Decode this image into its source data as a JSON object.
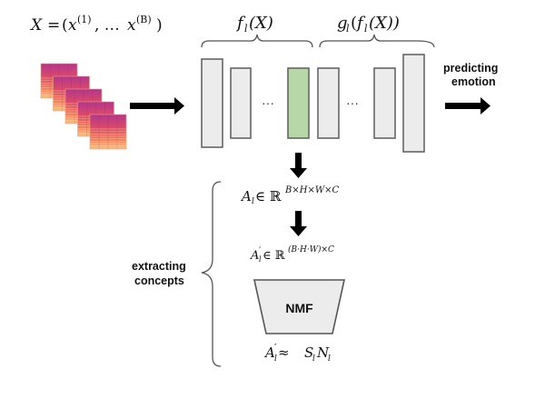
{
  "input": {
    "formula": "X = (x(1), … x(B))",
    "formula_parts": {
      "lhs": "X",
      "eq": "=",
      "open": "(",
      "x1": "x",
      "sup1": "(1)",
      "sep": ", …",
      "xb": "x",
      "supb": "(B)",
      "close": ")"
    },
    "spectrogram_count": 5
  },
  "network": {
    "encoder_label": "f_l(X)",
    "encoder_parts": {
      "f": "f",
      "sub": "l",
      "arg": "(X)"
    },
    "head_label": "g_l(f_l(X))",
    "head_parts": {
      "g": "g",
      "sub": "l",
      "open": "(",
      "f": "f",
      "sub2": "l",
      "arg": "(X))"
    },
    "ellipsis_left": "···",
    "ellipsis_right": "···",
    "highlight_color": "#b7d7a8",
    "layer_color": "#ececec"
  },
  "output": {
    "label_line1": "predicting",
    "label_line2": "emotion"
  },
  "concepts": {
    "side_label_line1": "extracting",
    "side_label_line2": "concepts",
    "activation": {
      "A": "A",
      "sub": "l",
      "in": " ∈ ℝ",
      "sup": "B×H×W×C"
    },
    "reshaped": {
      "A": "A",
      "prime": "′",
      "sub": "l",
      "in": " ∈ ℝ",
      "sup": "(B·H·W)×C"
    },
    "nmf_label": "NMF",
    "factorization": {
      "A": "A",
      "prime": "′",
      "sub": "l",
      "approx": " ≈ ",
      "S": "S",
      "subS": "l",
      "N": "N",
      "subN": "l"
    }
  }
}
